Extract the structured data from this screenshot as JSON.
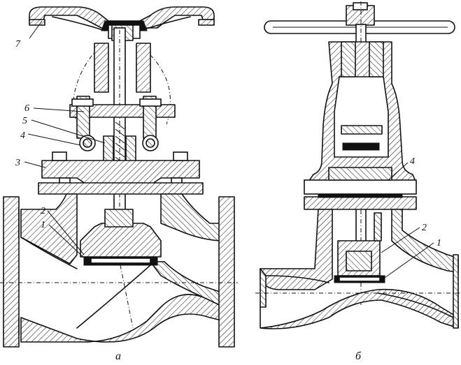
{
  "figure_a": {
    "caption": "а",
    "labels": {
      "l1": "1",
      "l2": "2",
      "l3": "3",
      "l4": "4",
      "l5": "5",
      "l6": "6",
      "l7": "7"
    }
  },
  "figure_b": {
    "caption": "б",
    "labels": {
      "l1": "1",
      "l2": "2",
      "l4": "4"
    }
  }
}
